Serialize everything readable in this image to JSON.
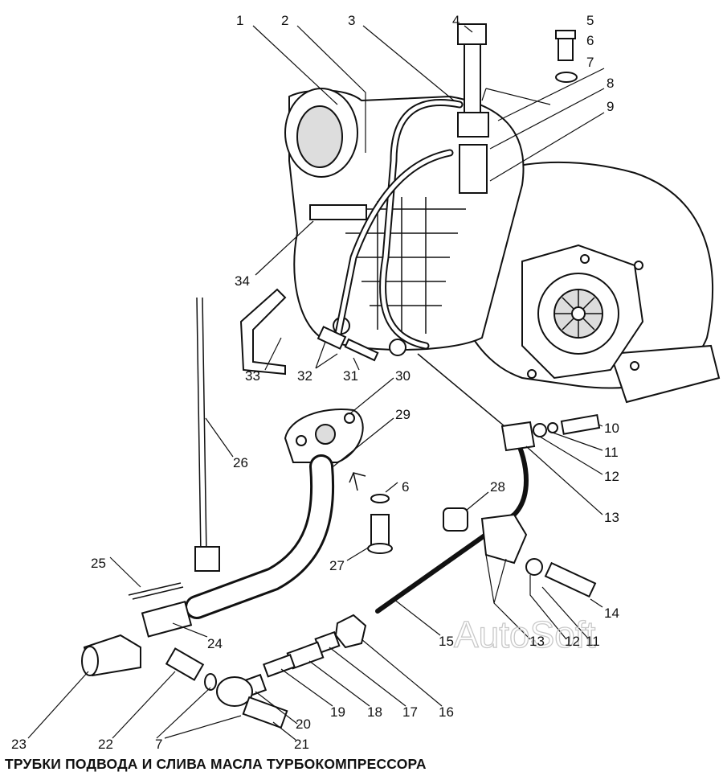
{
  "title": "ТРУБКИ ПОДВОДА И СЛИВА МАСЛА ТУРБОКОМПРЕССОРА",
  "watermark": "AutoSoft",
  "callouts": {
    "c1": "1",
    "c2": "2",
    "c3": "3",
    "c4": "4",
    "c5": "5",
    "c6a": "6",
    "c7a": "7",
    "c8": "8",
    "c9": "9",
    "c34": "34",
    "c33": "33",
    "c32": "32",
    "c31": "31",
    "c30": "30",
    "c29": "29",
    "c26": "26",
    "c10": "10",
    "c11a": "11",
    "c12a": "12",
    "c13a": "13",
    "c6b": "6",
    "c28": "28",
    "c27": "27",
    "c25": "25",
    "c24": "24",
    "c14": "14",
    "c13b": "13",
    "c12b": "12",
    "c11b": "11",
    "c15": "15",
    "c16": "16",
    "c17": "17",
    "c18": "18",
    "c19": "19",
    "c20": "20",
    "c21": "21",
    "c22": "22",
    "c23": "23",
    "c7b": "7"
  }
}
